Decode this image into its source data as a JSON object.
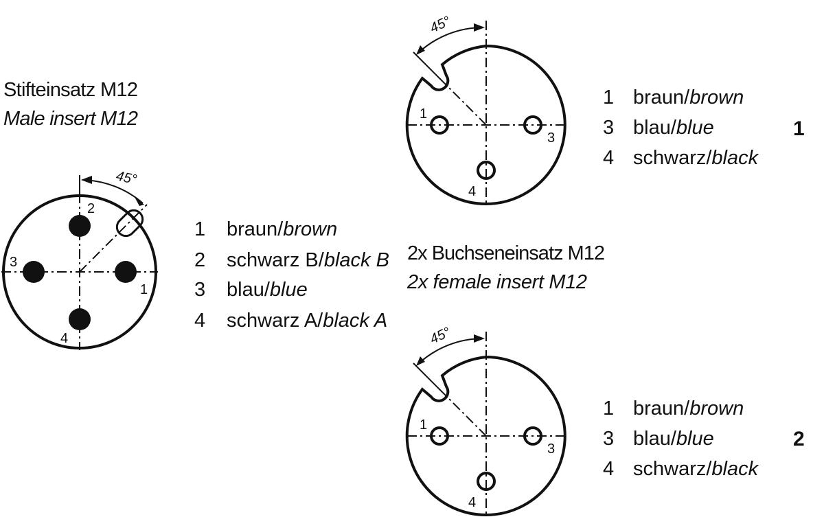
{
  "male": {
    "title_de": "Stifteinsatz M12",
    "title_en": "Male insert M12",
    "angle": "45°",
    "pin_labels": [
      "1",
      "2",
      "3",
      "4"
    ],
    "legend": [
      {
        "num": "1",
        "de": "braun/",
        "en": "brown"
      },
      {
        "num": "2",
        "de": "schwarz B/",
        "en": "black B"
      },
      {
        "num": "3",
        "de": "blau/",
        "en": "blue"
      },
      {
        "num": "4",
        "de": "schwarz A/",
        "en": "black A"
      }
    ]
  },
  "female": {
    "title_de": "2x Buchseneinsatz M12",
    "title_en": "2x female insert M12",
    "angle": "45°",
    "pin_labels": [
      "1",
      "3",
      "4"
    ],
    "connectors": [
      {
        "id": "1",
        "legend": [
          {
            "num": "1",
            "de": "braun/",
            "en": "brown"
          },
          {
            "num": "3",
            "de": "blau/",
            "en": "blue"
          },
          {
            "num": "4",
            "de": "schwarz/",
            "en": "black"
          }
        ]
      },
      {
        "id": "2",
        "legend": [
          {
            "num": "1",
            "de": "braun/",
            "en": "brown"
          },
          {
            "num": "3",
            "de": "blau/",
            "en": "blue"
          },
          {
            "num": "4",
            "de": "schwarz/",
            "en": "black"
          }
        ]
      }
    ]
  }
}
